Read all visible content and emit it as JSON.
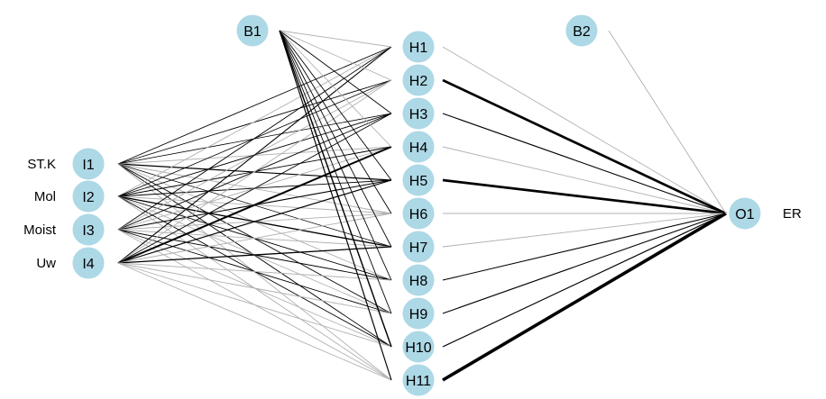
{
  "inputs": [
    {
      "id": "I1",
      "variable": "ST.K"
    },
    {
      "id": "I2",
      "variable": "Mol"
    },
    {
      "id": "I3",
      "variable": "Moist"
    },
    {
      "id": "I4",
      "variable": "Uw"
    }
  ],
  "bias_hidden": {
    "id": "B1"
  },
  "hidden": [
    "H1",
    "H2",
    "H3",
    "H4",
    "H5",
    "H6",
    "H7",
    "H8",
    "H9",
    "H10",
    "H11"
  ],
  "bias_output": {
    "id": "B2"
  },
  "output": {
    "id": "O1",
    "variable": "ER"
  },
  "colors": {
    "node": "#add8e6",
    "positive_weight": "#000000",
    "negative_weight": "#b0b0b0"
  },
  "input_hidden_weights": [
    [
      1,
      1,
      0.9,
      -1,
      1.3,
      -1,
      0.8,
      -1,
      1,
      1,
      -1
    ],
    [
      -1,
      0.9,
      1,
      1,
      1,
      -1,
      1.5,
      1,
      -1,
      1,
      -1
    ],
    [
      1,
      -1,
      1,
      -1,
      1.2,
      -1,
      -1,
      1,
      1,
      -1,
      -1
    ],
    [
      1.2,
      -1,
      1,
      2.2,
      1.3,
      -1,
      1.4,
      -1,
      -1,
      -1,
      -1
    ]
  ],
  "bias_hidden_weights": [
    -1,
    -1,
    1,
    -1,
    1,
    1,
    1,
    1,
    1,
    1.6,
    1.3
  ],
  "hidden_output_weights": [
    -1,
    3,
    1.2,
    -1,
    3,
    -1,
    -1,
    1.2,
    1.2,
    1.3,
    4
  ],
  "bias_output_weight": -1
}
